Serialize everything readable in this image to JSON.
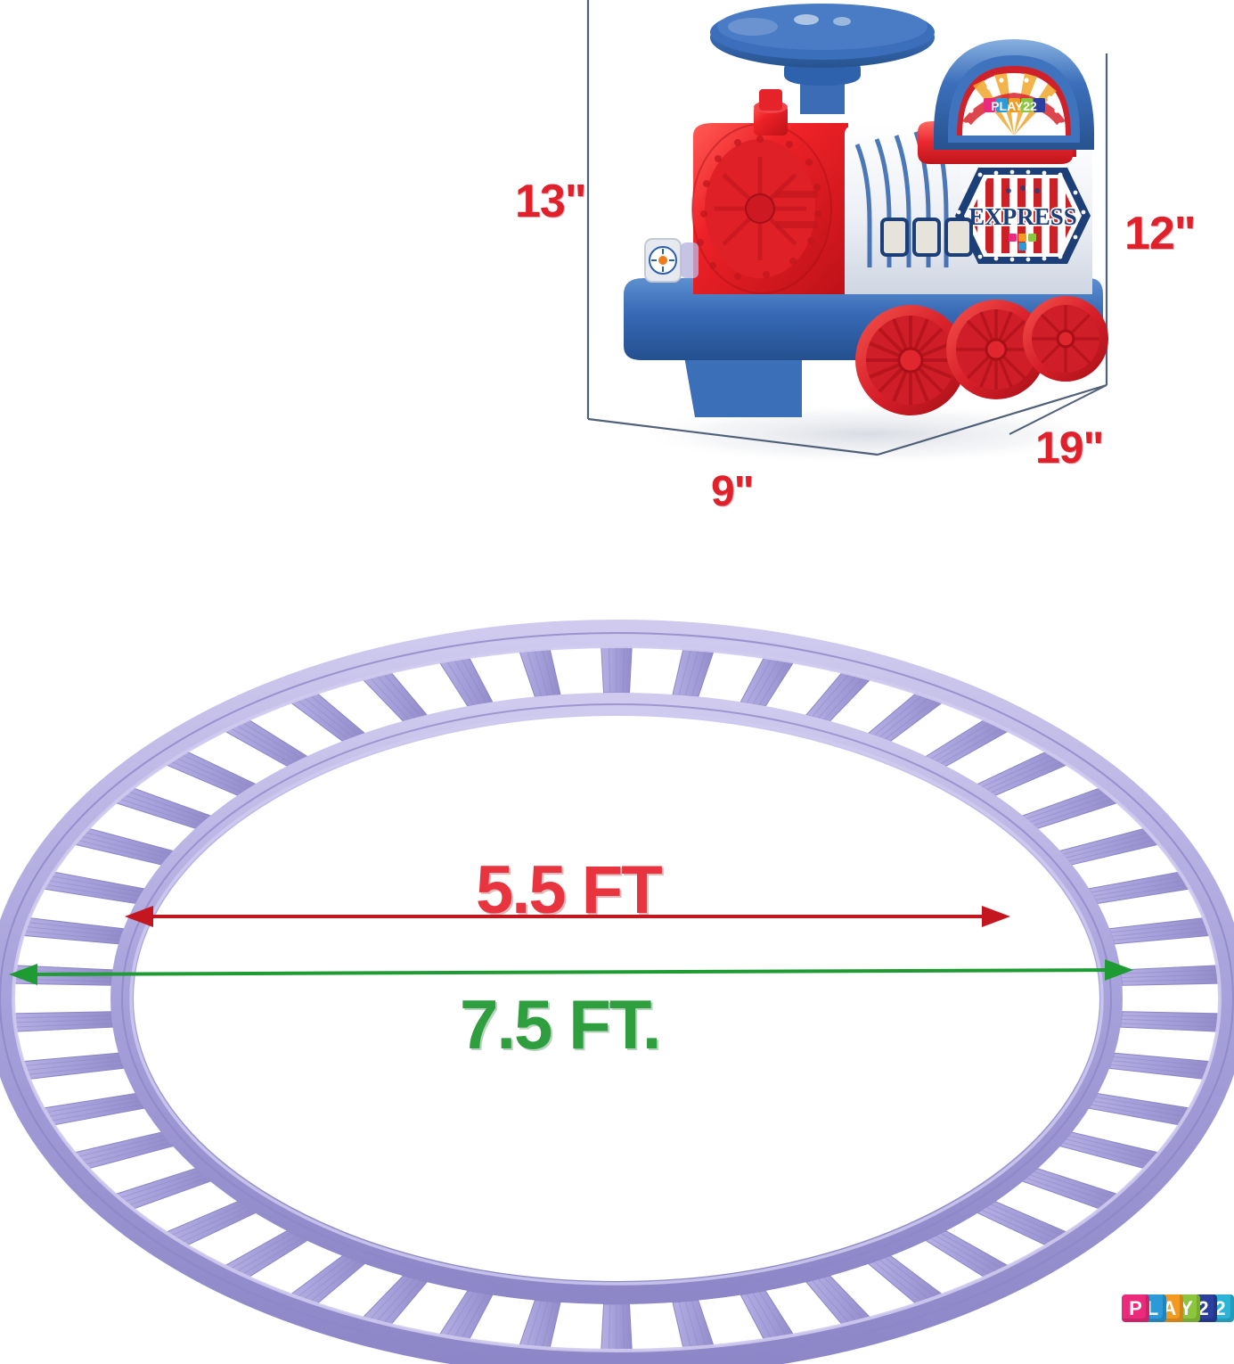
{
  "product": {
    "brand": "Play22",
    "type": "Ride-on toy train with oval track",
    "badge_text": "EXPRESS",
    "seat_back_logo": "PLAY22"
  },
  "toy_dimensions": {
    "height_label": "13\"",
    "side_height_label": "12\"",
    "width_label": "9\"",
    "length_label": "19\"",
    "box_line_color": "#3d4f6b",
    "text_color": "#e0212b"
  },
  "track_measurements": [
    {
      "name": "inner-diameter",
      "label": "5.5 FT",
      "color": "#e8343f"
    },
    {
      "name": "outer-diameter",
      "label": "7.5 FT.",
      "color": "#2e9e3e"
    }
  ],
  "colors": {
    "track": "#aaa4dd",
    "track_light": "#c4bfe8",
    "track_dark": "#8e87c6",
    "body_blue": "#2f62ad",
    "boiler_red": "#e5202a",
    "cab_white": "#eef1f6",
    "accent_navy": "#1d3f77",
    "seat_red": "#e3222c"
  },
  "footer_logo": {
    "blocks": [
      {
        "letter": "P",
        "color": "#ec2a7b"
      },
      {
        "letter": "L",
        "color": "#2b9ad6"
      },
      {
        "letter": "A",
        "color": "#f49a1e"
      },
      {
        "letter": "Y",
        "color": "#8cc63e"
      },
      {
        "letter": "2",
        "color": "#2b3f9e"
      },
      {
        "letter": "2",
        "color": "#2bb4d6"
      }
    ]
  }
}
